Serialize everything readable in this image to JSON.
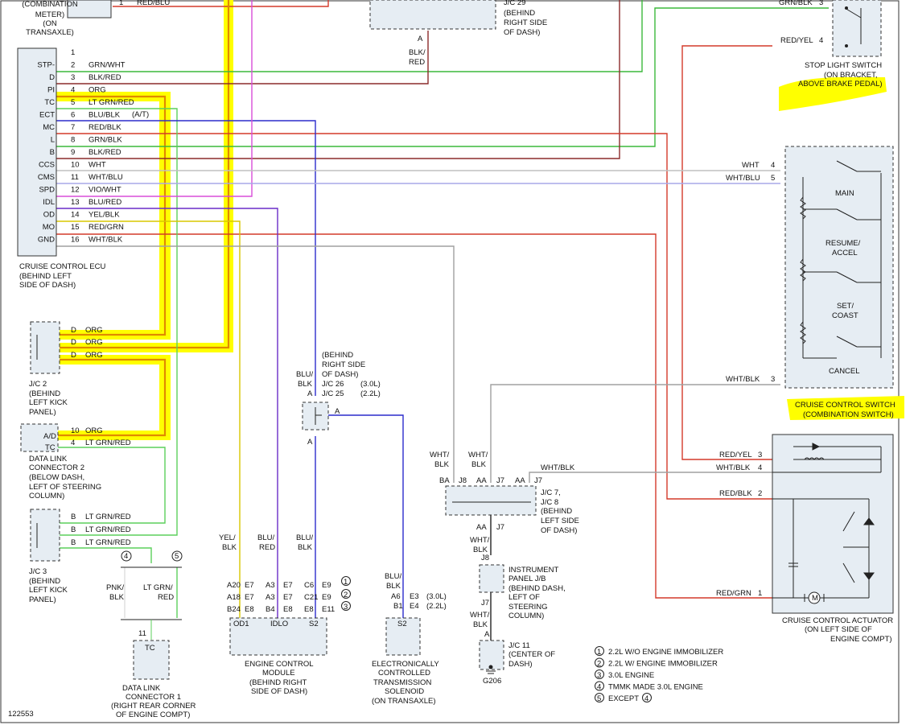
{
  "figure_id": "122553",
  "ecu": {
    "title": [
      "CRUISE CONTROL ECU",
      "(BEHIND LEFT",
      "SIDE OF DASH)"
    ],
    "pins": [
      {
        "name": "",
        "num": "1",
        "wire": ""
      },
      {
        "name": "STP-",
        "num": "2",
        "wire": "GRN/WHT"
      },
      {
        "name": "D",
        "num": "3",
        "wire": "BLK/RED"
      },
      {
        "name": "PI",
        "num": "4",
        "wire": "ORG"
      },
      {
        "name": "TC",
        "num": "5",
        "wire": "LT GRN/RED"
      },
      {
        "name": "ECT",
        "num": "6",
        "wire": "BLU/BLK"
      },
      {
        "name": "MC",
        "num": "7",
        "wire": "RED/BLK"
      },
      {
        "name": "L",
        "num": "8",
        "wire": "GRN/BLK"
      },
      {
        "name": "B",
        "num": "9",
        "wire": "BLK/RED"
      },
      {
        "name": "CCS",
        "num": "10",
        "wire": "WHT"
      },
      {
        "name": "CMS",
        "num": "11",
        "wire": "WHT/BLU"
      },
      {
        "name": "SPD",
        "num": "12",
        "wire": "VIO/WHT"
      },
      {
        "name": "IDL",
        "num": "13",
        "wire": "BLU/RED"
      },
      {
        "name": "OD",
        "num": "14",
        "wire": "YEL/BLK"
      },
      {
        "name": "MO",
        "num": "15",
        "wire": "RED/GRN"
      },
      {
        "name": "GND",
        "num": "16",
        "wire": "WHT/BLK"
      }
    ],
    "ect_note": "(A/T)"
  },
  "meter": {
    "label": [
      "(COMBINATION",
      "METER)",
      "(ON",
      "TRANSAXLE)"
    ],
    "pin": "1",
    "wire": "RED/BLU"
  },
  "jc29": {
    "label": [
      "J/C 29",
      "(BEHIND",
      "RIGHT SIDE",
      "OF DASH)"
    ],
    "pin": "A",
    "wire": [
      "BLK/",
      "RED"
    ]
  },
  "stop_switch": {
    "label": [
      "STOP LIGHT SWITCH",
      "(ON BRACKET,",
      "ABOVE BRAKE PEDAL)"
    ],
    "pins": [
      {
        "num": "3",
        "wire": "GRN/BLK"
      },
      {
        "num": "4",
        "wire": "RED/YEL"
      }
    ]
  },
  "cc_switch": {
    "label": [
      "CRUISE CONTROL SWITCH",
      "(COMBINATION SWITCH)"
    ],
    "pins": [
      {
        "num": "4",
        "wire": "WHT"
      },
      {
        "num": "5",
        "wire": "WHT/BLU"
      },
      {
        "num": "3",
        "wire": "WHT/BLK"
      }
    ],
    "switches": [
      "MAIN",
      "RESUME/",
      "ACCEL",
      "SET/",
      "COAST",
      "CANCEL"
    ]
  },
  "jc2": {
    "label": [
      "J/C 2",
      "(BEHIND",
      "LEFT KICK",
      "PANEL)"
    ],
    "pins": [
      {
        "p": "D",
        "w": "ORG"
      },
      {
        "p": "D",
        "w": "ORG"
      },
      {
        "p": "D",
        "w": "ORG"
      }
    ]
  },
  "dlc2": {
    "label": [
      "DATA LINK",
      "CONNECTOR 2",
      "(BELOW DASH,",
      "LEFT OF STEERING",
      "COLUMN)"
    ],
    "pins": [
      {
        "name": "A/D",
        "num": "10",
        "wire": "ORG"
      },
      {
        "name": "TC",
        "num": "4",
        "wire": "LT GRN/RED"
      }
    ]
  },
  "jc3": {
    "label": [
      "J/C 3",
      "(BEHIND",
      "LEFT KICK",
      "PANEL)"
    ],
    "pins": [
      {
        "p": "B",
        "w": "LT GRN/RED"
      },
      {
        "p": "B",
        "w": "LT GRN/RED"
      },
      {
        "p": "B",
        "w": "LT GRN/RED"
      }
    ]
  },
  "tc_branch": {
    "c4": "4",
    "c5": "5",
    "left_wire": [
      "PNK/",
      "BLK"
    ],
    "right_wire": [
      "LT GRN/",
      "RED"
    ]
  },
  "dlc1": {
    "pin": "11",
    "name": "TC",
    "label": [
      "DATA LINK",
      "CONNECTOR 1",
      "(RIGHT REAR CORNER",
      "OF ENGINE COMPT)"
    ]
  },
  "jc26": {
    "label": [
      "(BEHIND",
      "RIGHT SIDE",
      "OF DASH)"
    ],
    "line1": "J/C 26",
    "v1": "(3.0L)",
    "line2": "J/C 25",
    "v2": "(2.2L)",
    "wire": [
      "BLU/",
      "BLK"
    ],
    "pin": "A"
  },
  "ecm": {
    "label": [
      "ENGINE CONTROL",
      "MODULE",
      "(BEHIND RIGHT",
      "SIDE OF DASH)"
    ],
    "wires": [
      [
        "YEL/",
        "BLK"
      ],
      [
        "BLU/",
        "RED"
      ],
      [
        "BLU/",
        "BLK"
      ]
    ],
    "pin_rows": [
      [
        "A20",
        "E7",
        "A3",
        "E7",
        "C6",
        "E9"
      ],
      [
        "A18",
        "E7",
        "A3",
        "E7",
        "C21",
        "E9"
      ],
      [
        "B24",
        "E8",
        "B4",
        "E8",
        "E8",
        "E11"
      ]
    ],
    "terms": [
      "OD1",
      "IDLO",
      "S2"
    ]
  },
  "solenoid": {
    "label": [
      "ELECTRONICALLY",
      "CONTROLLED",
      "TRANSMISSION",
      "SOLENOID",
      "(ON TRANSAXLE)"
    ],
    "wire": [
      "BLU/",
      "BLK"
    ],
    "rows": [
      [
        "A6",
        "E3",
        "(3.0L)"
      ],
      [
        "B1",
        "E4",
        "(2.2L)"
      ]
    ],
    "term": "S2"
  },
  "jc7": {
    "label": [
      "J/C 7,",
      "J/C 8",
      "(BEHIND",
      "LEFT SIDE",
      "OF DASH)"
    ],
    "top_wires": [
      [
        "WHT/",
        "BLK"
      ],
      [
        "WHT/",
        "BLK"
      ],
      "WHT/BLK"
    ],
    "pins": [
      "BA",
      "J8",
      "AA",
      "J7",
      "AA",
      "J7"
    ],
    "bottom_pin": "AA",
    "bottom_j": "J7"
  },
  "ipjb": {
    "wire_in": [
      "WHT/",
      "BLK"
    ],
    "pin_in": "J8",
    "label": [
      "INSTRUMENT",
      "PANEL J/B",
      "(BEHIND DASH,",
      "LEFT OF",
      "STEERING",
      "COLUMN)"
    ],
    "pin_out": "J7",
    "wire_out": [
      "WHT/",
      "BLK"
    ]
  },
  "jc11": {
    "pin": "A",
    "label": [
      "J/C 11",
      "(CENTER OF",
      "DASH)"
    ],
    "ground": "G206"
  },
  "actuator": {
    "label": [
      "CRUISE CONTROL ACTUATOR",
      "(ON LEFT SIDE OF",
      "ENGINE COMPT)"
    ],
    "pins": [
      {
        "num": "3",
        "wire": "RED/YEL"
      },
      {
        "num": "4",
        "wire": "WHT/BLK"
      },
      {
        "num": "2",
        "wire": "RED/BLK"
      },
      {
        "num": "1",
        "wire": "RED/GRN"
      }
    ],
    "motor": "M"
  },
  "notes": [
    {
      "n": "1",
      "t": "2.2L W/O ENGINE IMMOBILIZER"
    },
    {
      "n": "2",
      "t": "2.2L W/ ENGINE IMMOBILIZER"
    },
    {
      "n": "3",
      "t": "3.0L ENGINE"
    },
    {
      "n": "4",
      "t": "TMMK MADE 3.0L ENGINE"
    },
    {
      "n": "5",
      "t": "EXCEPT"
    }
  ],
  "note5_ref": "4",
  "colors": {
    "org": "#e08a00",
    "highlight": "#ffff00",
    "grn": "#3cb83c",
    "ltgrn": "#5ccf5c",
    "brown": "#8b2b2b",
    "red": "#d43a2a",
    "blue": "#2c2ccc",
    "purple": "#6a2cc8",
    "pink": "#d84ed8",
    "yellow": "#d8c800",
    "gray": "#a0a0a0",
    "lightblue": "#a8a8e8"
  }
}
